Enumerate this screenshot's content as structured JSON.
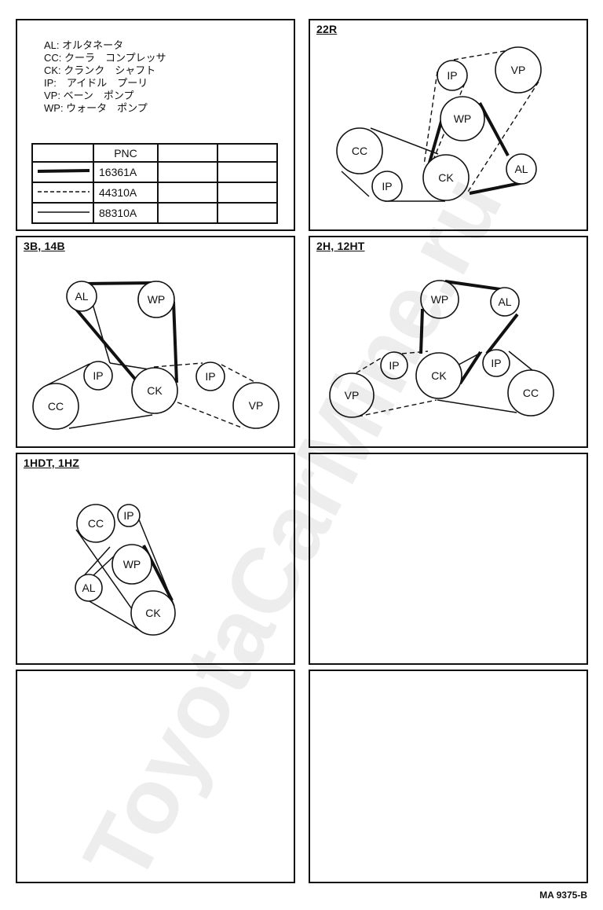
{
  "legend": {
    "abbreviations": [
      "AL: オルタネータ",
      "CC: クーラ　コンプレッサ",
      "CK: クランク　シャフト",
      "IP:　アイドル　プーリ",
      "VP: ベーン　ポンプ",
      "WP: ウォータ　ポンプ"
    ],
    "table_header": "PNC",
    "rows": [
      {
        "style": "heavy",
        "pnc": "16361A"
      },
      {
        "style": "dashed",
        "pnc": "44310A"
      },
      {
        "style": "thin",
        "pnc": "88310A"
      }
    ]
  },
  "panels": {
    "p22r": {
      "title": "22R"
    },
    "p3b": {
      "title": "3B, 14B"
    },
    "p2h": {
      "title": "2H, 12HT"
    },
    "p1hdt": {
      "title": "1HDT, 1HZ"
    }
  },
  "pulleys": {
    "cc": "CC",
    "ip": "IP",
    "ck": "CK",
    "wp": "WP",
    "vp": "VP",
    "al": "AL"
  },
  "footer": "MA 9375-B",
  "watermark": "ToyotaCarMine.ru"
}
